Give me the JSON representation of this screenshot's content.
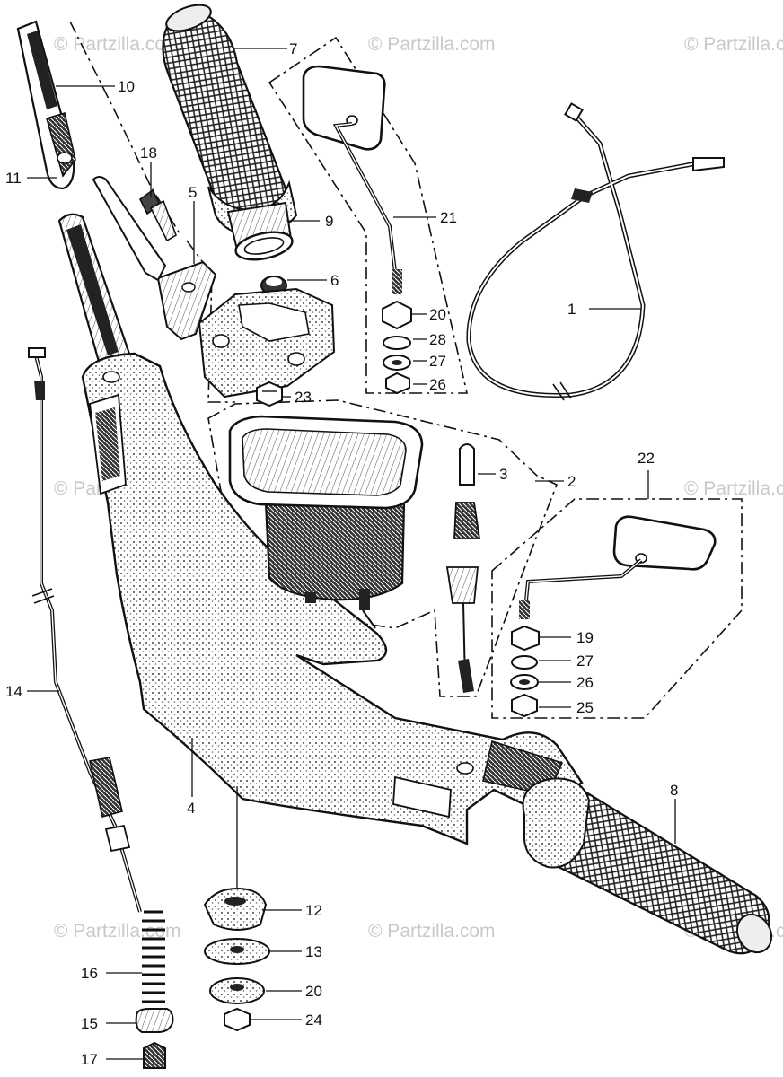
{
  "watermark": {
    "text": "© Partzilla.com"
  },
  "parts": {
    "p1": "1",
    "p2": "2",
    "p3": "3",
    "p4": "4",
    "p5": "5",
    "p6": "6",
    "p7": "7",
    "p8": "8",
    "p9": "9",
    "p10": "10",
    "p11": "11",
    "p12": "12",
    "p13": "13",
    "p14": "14",
    "p15": "15",
    "p16": "16",
    "p17": "17",
    "p18": "18",
    "p19": "19",
    "p20a": "20",
    "p20b": "20",
    "p21": "21",
    "p22": "22",
    "p23": "23",
    "p24": "24",
    "p25": "25",
    "p26a": "26",
    "p26b": "26",
    "p27a": "27",
    "p27b": "27",
    "p28": "28"
  },
  "colors": {
    "ink": "#111111",
    "paper": "#ffffff",
    "watermark": "#c9c9c9"
  }
}
